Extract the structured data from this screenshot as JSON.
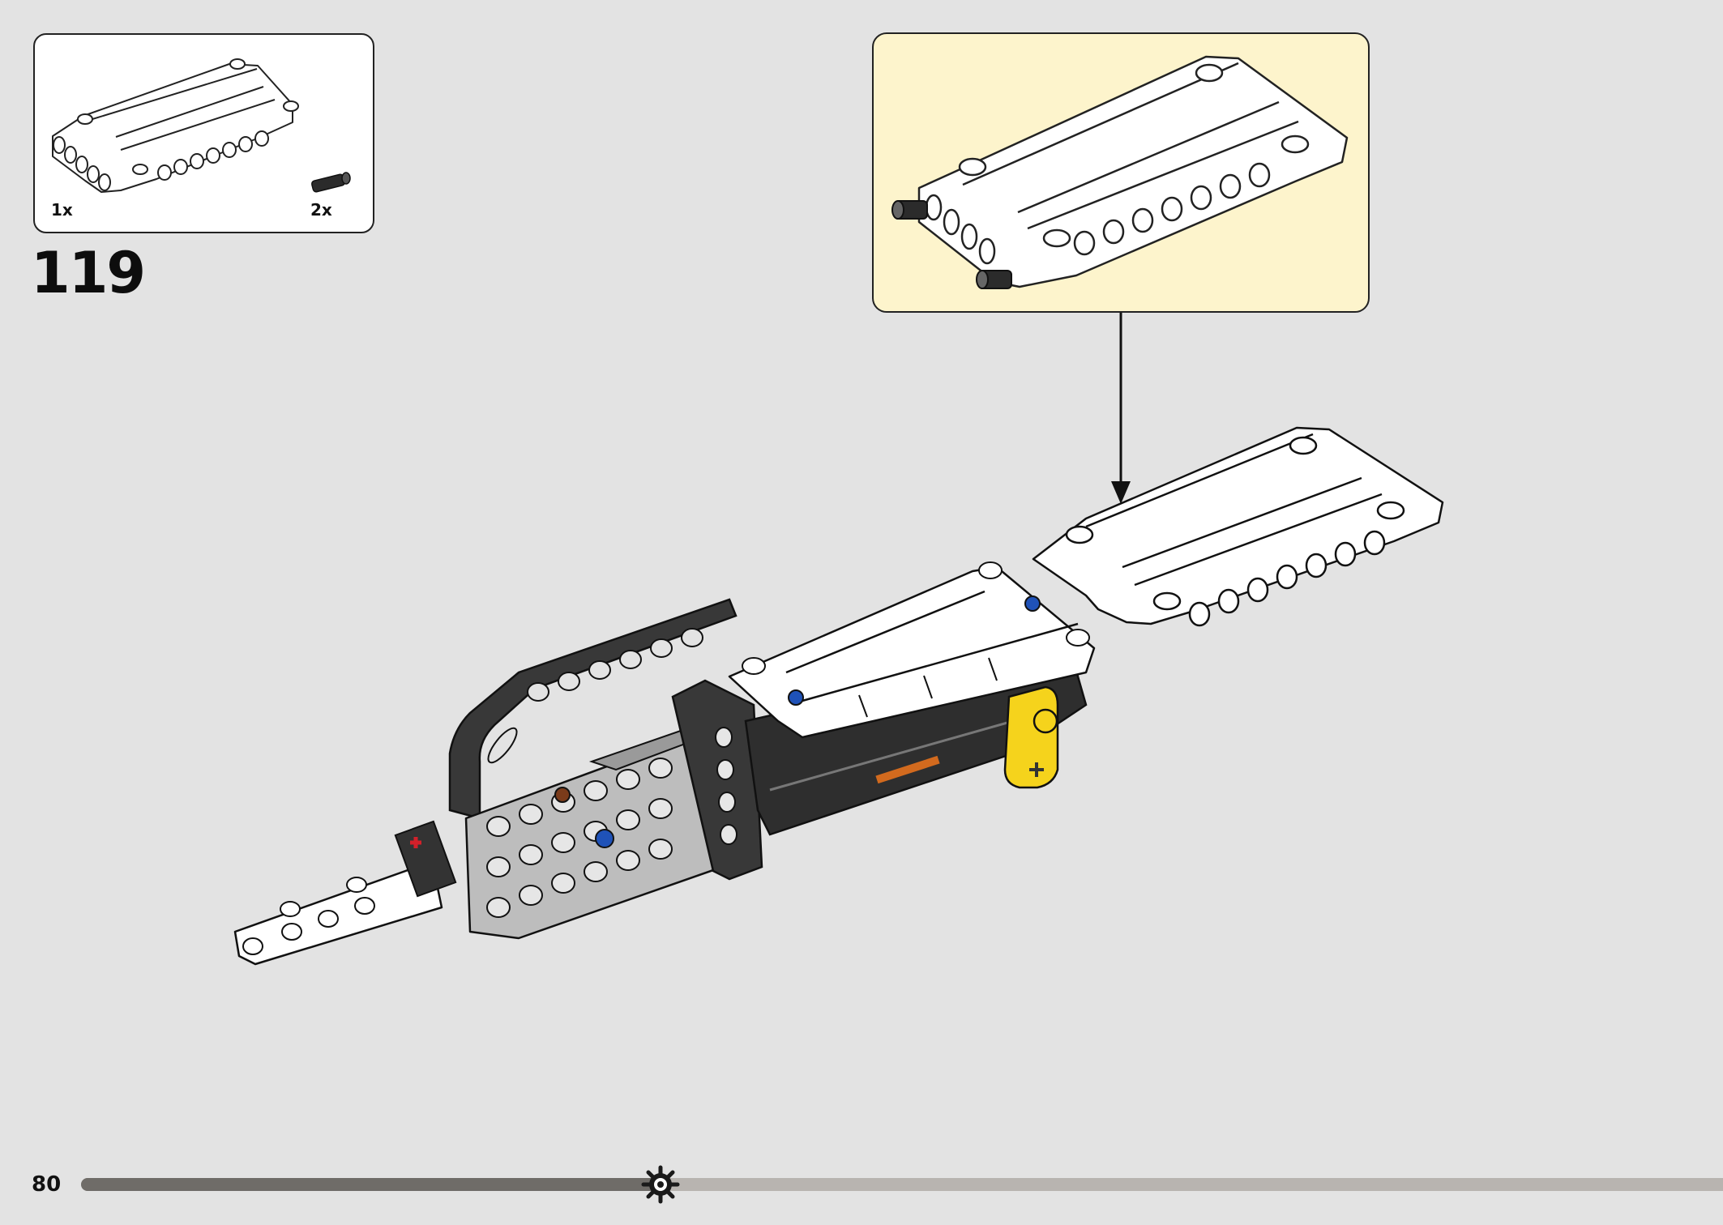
{
  "step": {
    "number": "119"
  },
  "parts_list": {
    "items": [
      {
        "name": "white-panel",
        "quantity": "1x"
      },
      {
        "name": "black-pin",
        "quantity": "2x"
      }
    ]
  },
  "footer": {
    "page_number": "80",
    "progress": 0.353
  },
  "colors": {
    "background": "#e3e3e3",
    "callout_background": "#fdf4cc",
    "panel_white": "#ffffff",
    "frame_black": "#333333",
    "beam_grey": "#b9b9b9",
    "accent_yellow": "#f5d31c",
    "accent_blue": "#1f52b8",
    "accent_red": "#d3202a",
    "progress_done": "#6f6c68",
    "progress_remaining": "#b8b4b0"
  }
}
